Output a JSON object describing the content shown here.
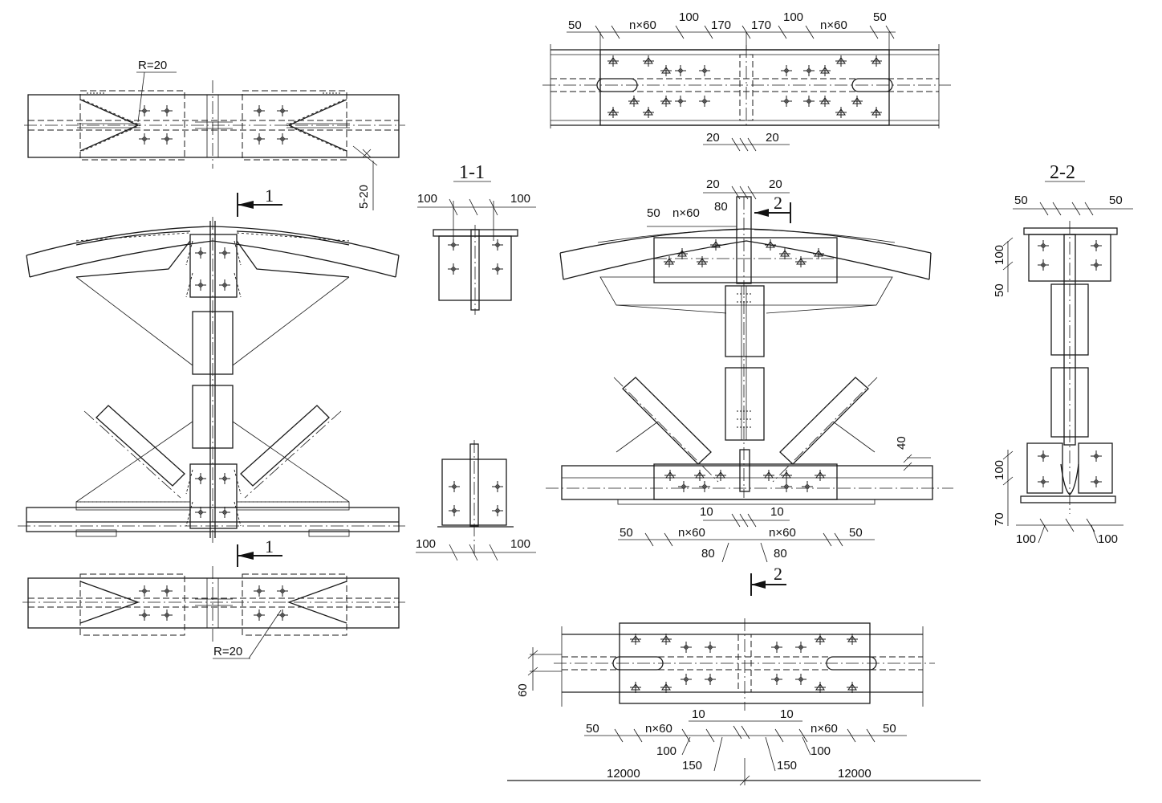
{
  "labels": {
    "radius": "R=20",
    "weld": "5-20",
    "section_1": "1",
    "section_2": "2",
    "section_1_title": "1-1",
    "section_2_title": "2-2"
  },
  "top_right_plan": {
    "dims_top": [
      "50",
      "n×60",
      "100",
      "170",
      "170",
      "100",
      "n×60",
      "50"
    ],
    "dims_bottom": [
      "20",
      "20"
    ]
  },
  "right_elevation": {
    "dims_top": [
      "20",
      "20"
    ],
    "dims_chord": [
      "50",
      "n×60",
      "80"
    ],
    "dim_side": "40",
    "dims_bottom_gap": [
      "10",
      "10"
    ],
    "dims_bottom": [
      "50",
      "n×60",
      "n×60",
      "50"
    ],
    "dims_bottom_offset": [
      "80",
      "80"
    ]
  },
  "section_1_1": {
    "dims_top": [
      "100",
      "100"
    ],
    "dims_bottom": [
      "100",
      "100"
    ]
  },
  "section_2_2": {
    "dims_top": [
      "50",
      "50"
    ],
    "dims_side": [
      "100",
      "50",
      "100",
      "70"
    ],
    "dims_bottom": [
      "100",
      "100"
    ]
  },
  "bottom_right_plan": {
    "dim_side": "60",
    "dims_gap": [
      "10",
      "10"
    ],
    "dims_bottom": [
      "50",
      "n×60",
      "n×60",
      "50"
    ],
    "dims_inner": [
      "100",
      "150",
      "150",
      "100"
    ],
    "spans": [
      "12000",
      "12000"
    ]
  }
}
